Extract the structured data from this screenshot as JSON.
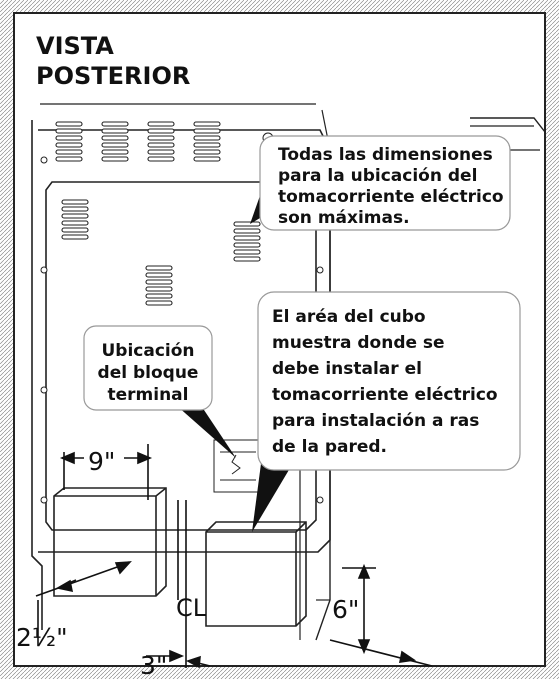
{
  "title": {
    "line1": "VISTA",
    "line2": "POSTERIOR"
  },
  "callouts": {
    "dimensions_note": [
      "Todas las dimensiones",
      "para la ubicación del",
      "tomacorriente eléctrico",
      "son máximas."
    ],
    "terminal_block": [
      "Ubicación",
      "del bloque",
      "terminal"
    ],
    "outlet_area": [
      "El aréa del cubo",
      "muestra donde se",
      "debe instalar el",
      "tomacorriente eléctrico",
      "para instalación a ras",
      "de la pared."
    ]
  },
  "dimensions": {
    "width_9": "9\"",
    "height_6": "6\"",
    "offset_2_5": "2½\"",
    "offset_3": "3\"",
    "centerline": "CL"
  }
}
